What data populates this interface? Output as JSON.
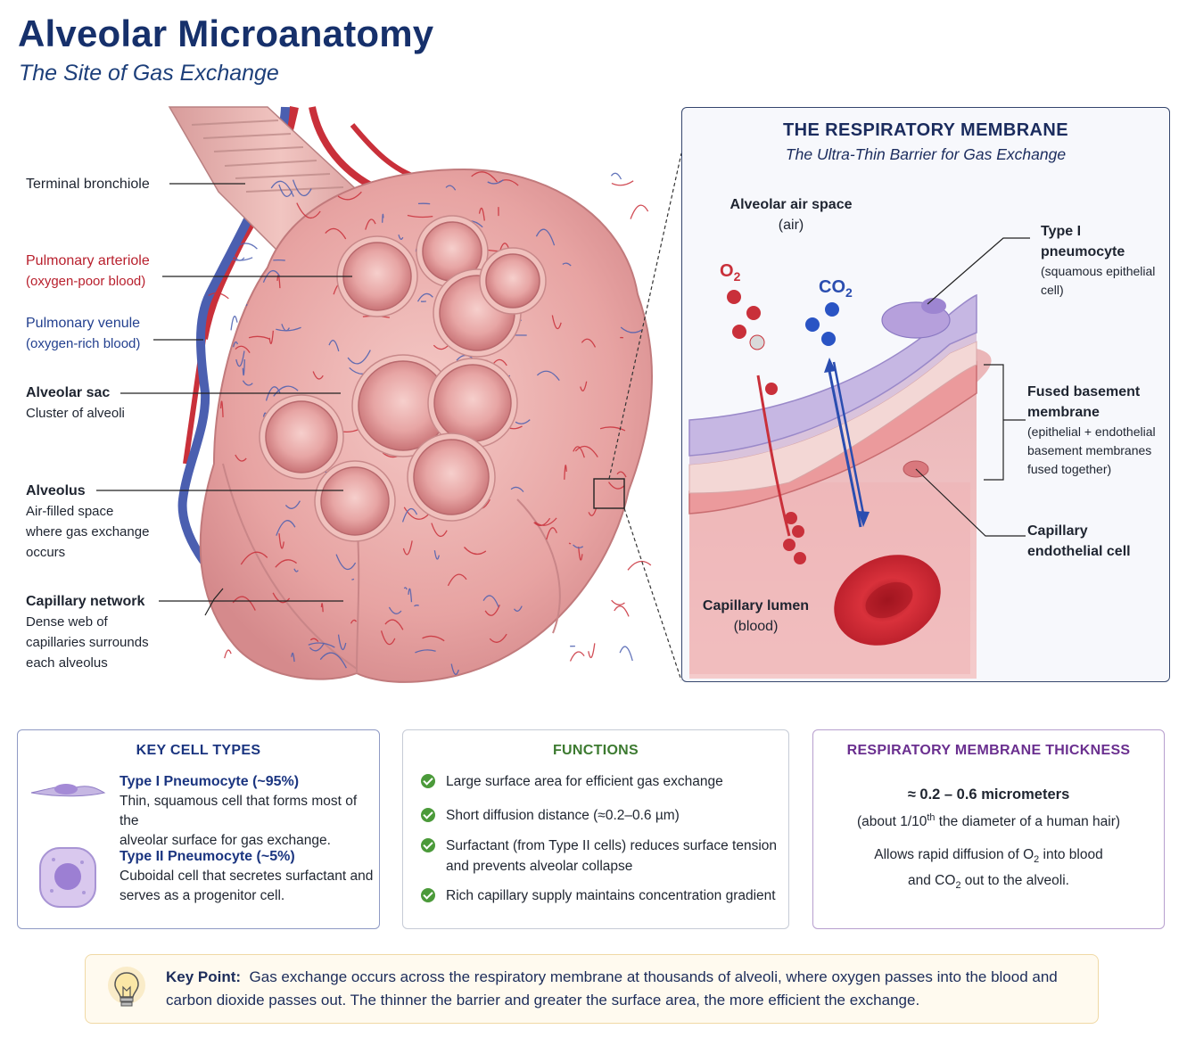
{
  "header": {
    "title": "Alveolar Microanatomy",
    "subtitle": "The Site of Gas Exchange"
  },
  "left_labels": {
    "terminal_bronchiole": "Terminal bronchiole",
    "pulmonary_arteriole": {
      "title": "Pulmonary arteriole",
      "desc": "(oxygen-poor blood)"
    },
    "pulmonary_venule": {
      "title": "Pulmonary venule",
      "desc": "(oxygen-rich blood)"
    },
    "alveolar_sac": {
      "title": "Alveolar sac",
      "desc": "Cluster of alveoli"
    },
    "alveolus": {
      "title": "Alveolus",
      "desc_1": "Air-filled space",
      "desc_2": "where gas exchange",
      "desc_3": "occurs"
    },
    "capillary_network": {
      "title": "Capillary network",
      "desc_1": "Dense web of",
      "desc_2": "capillaries surrounds",
      "desc_3": "each alveolus"
    }
  },
  "membrane_panel": {
    "title": "THE RESPIRATORY MEMBRANE",
    "subtitle": "The Ultra-Thin Barrier for Gas Exchange",
    "air_space": {
      "title": "Alveolar air space",
      "desc": "(air)"
    },
    "o2_label": "O",
    "o2_sub": "2",
    "co2_label": "CO",
    "co2_sub": "2",
    "type1": {
      "title_1": "Type I",
      "title_2": "pneumocyte",
      "desc_1": "(squamous epithelial",
      "desc_2": "cell)"
    },
    "basement": {
      "title_1": "Fused basement",
      "title_2": "membrane",
      "desc_1": "(epithelial + endothelial",
      "desc_2": "basement membranes",
      "desc_3": "fused together)"
    },
    "endothelial": {
      "title_1": "Capillary",
      "title_2": "endothelial cell"
    },
    "lumen": {
      "title": "Capillary lumen",
      "desc": "(blood)"
    }
  },
  "cell_types": {
    "title": "KEY CELL TYPES",
    "type1": {
      "name": "Type I Pneumocyte (~95%)",
      "desc_1": "Thin, squamous cell that forms most of the",
      "desc_2": "alveolar surface for gas exchange."
    },
    "type2": {
      "name": "Type II Pneumocyte (~5%)",
      "desc_1": "Cuboidal cell that secretes surfactant and",
      "desc_2": "serves as a progenitor cell."
    },
    "color": "#1b3580"
  },
  "functions": {
    "title": "FUNCTIONS",
    "items": [
      {
        "line_1": "Large surface area for efficient gas exchange",
        "line_2": ""
      },
      {
        "line_1": "Short diffusion distance (≈0.2–0.6 µm)",
        "line_2": ""
      },
      {
        "line_1": "Surfactant (from Type II cells) reduces surface tension",
        "line_2": "and prevents alveolar collapse"
      },
      {
        "line_1": "Rich capillary supply maintains concentration gradient",
        "line_2": ""
      }
    ],
    "color": "#3c7a30",
    "check_icon": "check-circle-icon"
  },
  "thickness": {
    "title": "RESPIRATORY MEMBRANE THICKNESS",
    "value": "≈ 0.2 – 0.6 micrometers",
    "compare_pre": "(about 1/10",
    "compare_sup": "th",
    "compare_post": " the diameter of a human hair)",
    "line_1_pre": "Allows rapid diffusion of O",
    "line_1_sub": "2",
    "line_1_post": " into blood",
    "line_2_pre": "and CO",
    "line_2_sub": "2",
    "line_2_post": " out to the alveoli.",
    "color": "#6a2f8f"
  },
  "key_point": {
    "label": "Key Point:",
    "text": "Gas exchange occurs across the respiratory membrane at thousands of alveoli, where oxygen passes into the blood and carbon dioxide passes out. The thinner the barrier and greater the surface area, the more efficient the exchange.",
    "icon": "lightbulb-icon"
  },
  "colors": {
    "navy": "#16306b",
    "artery_red": "#c9303a",
    "vein_blue": "#4b5fb0",
    "tissue_pink": "#e9a9a6"
  }
}
